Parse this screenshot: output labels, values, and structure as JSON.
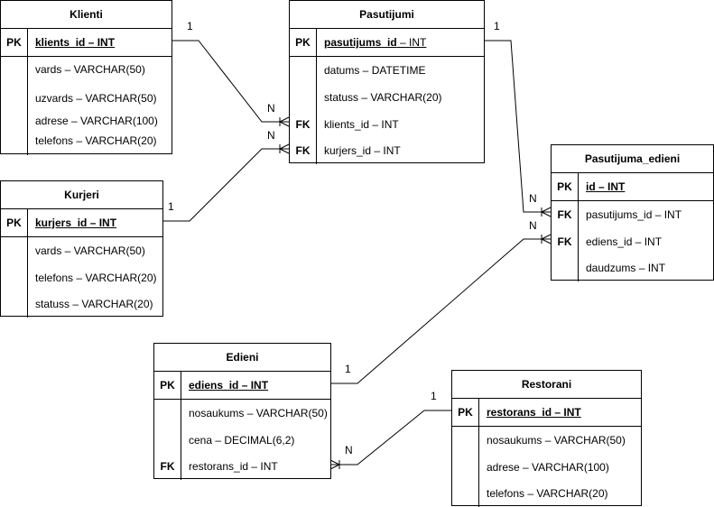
{
  "entities": {
    "klienti": {
      "title": "Klienti",
      "pk": {
        "key": "PK",
        "name": "klients_id",
        "type": " – INT"
      },
      "fields": [
        {
          "key": "",
          "text": "vards – VARCHAR(50)"
        },
        {
          "key": "",
          "text": "uzvards – VARCHAR(50)"
        },
        {
          "key": "",
          "text": "adrese – VARCHAR(100)"
        },
        {
          "key": "",
          "text": "telefons – VARCHAR(20)"
        }
      ]
    },
    "pasutijumi": {
      "title": "Pasutijumi",
      "pk": {
        "key": "PK",
        "name": "pasutijums_id",
        "type": " – INT"
      },
      "fields": [
        {
          "key": "",
          "text": "datums – DATETIME"
        },
        {
          "key": "",
          "text": "statuss – VARCHAR(20)"
        },
        {
          "key": "FK",
          "text": "klients_id – INT"
        },
        {
          "key": "FK",
          "text": "kurjers_id – INT"
        }
      ]
    },
    "kurjeri": {
      "title": "Kurjeri",
      "pk": {
        "key": "PK",
        "name": "kurjers_id",
        "type": " – INT"
      },
      "fields": [
        {
          "key": "",
          "text": "vards – VARCHAR(50)"
        },
        {
          "key": "",
          "text": "telefons – VARCHAR(20)"
        },
        {
          "key": "",
          "text": "statuss – VARCHAR(20)"
        }
      ]
    },
    "pasutijuma_edieni": {
      "title": "Pasutijuma_edieni",
      "pk": {
        "key": "PK",
        "name": "id",
        "type": " – INT"
      },
      "fields": [
        {
          "key": "FK",
          "text": "pasutijums_id – INT"
        },
        {
          "key": "FK",
          "text": "ediens_id – INT"
        },
        {
          "key": "",
          "text": "daudzums – INT"
        }
      ]
    },
    "edieni": {
      "title": "Edieni",
      "pk": {
        "key": "PK",
        "name": "ediens_id",
        "type": " – INT"
      },
      "fields": [
        {
          "key": "",
          "text": "nosaukums – VARCHAR(50)"
        },
        {
          "key": "",
          "text": "cena – DECIMAL(6,2)"
        },
        {
          "key": "FK",
          "text": "restorans_id – INT"
        }
      ]
    },
    "restorani": {
      "title": "Restorani",
      "pk": {
        "key": "PK",
        "name": "restorans_id",
        "type": " – INT"
      },
      "fields": [
        {
          "key": "",
          "text": "nosaukums – VARCHAR(50)"
        },
        {
          "key": "",
          "text": "adrese – VARCHAR(100)"
        },
        {
          "key": "",
          "text": "telefons – VARCHAR(20)"
        }
      ]
    }
  },
  "relationships": [
    {
      "from": "Klienti",
      "to": "Pasutijumi",
      "from_card": "1",
      "to_card": "N"
    },
    {
      "from": "Kurjeri",
      "to": "Pasutijumi",
      "from_card": "1",
      "to_card": "N"
    },
    {
      "from": "Pasutijumi",
      "to": "Pasutijuma_edieni",
      "from_card": "1",
      "to_card": "N"
    },
    {
      "from": "Edieni",
      "to": "Pasutijuma_edieni",
      "from_card": "1",
      "to_card": "N"
    },
    {
      "from": "Restorani",
      "to": "Edieni",
      "from_card": "1",
      "to_card": "N"
    }
  ]
}
